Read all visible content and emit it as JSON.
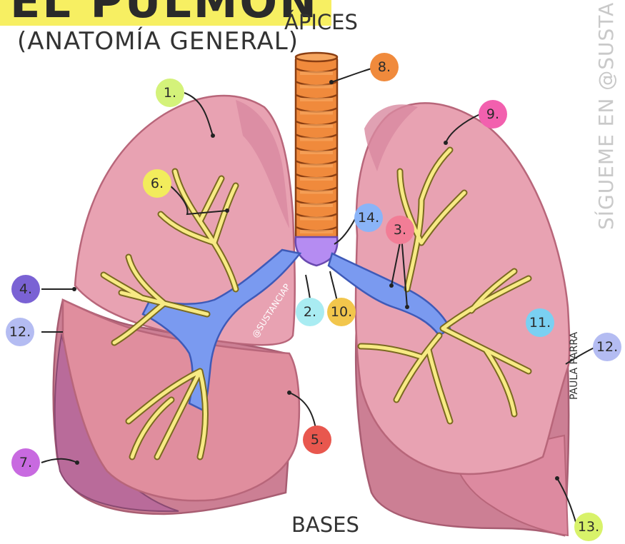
{
  "header": {
    "title": "EL PULMÓN",
    "subtitle": "(ANATOMÍA GENERAL)"
  },
  "labels": {
    "apex": "ÁPICES",
    "base": "BASES",
    "side_credit": "SÍGUEME EN @SUSTANC",
    "signature": "PAULA PARRA",
    "watermark": "@SUSTANCIAP"
  },
  "markers": [
    {
      "text": "1.",
      "color": "#d4f27a"
    },
    {
      "text": "2.",
      "color": "#a9ecf2"
    },
    {
      "text": "3.",
      "color": "#f27d96"
    },
    {
      "text": "4.",
      "color": "#7a62d4"
    },
    {
      "text": "5.",
      "color": "#e8574e"
    },
    {
      "text": "6.",
      "color": "#f2ec5c"
    },
    {
      "text": "7.",
      "color": "#c86ae0"
    },
    {
      "text": "8.",
      "color": "#f08a3c"
    },
    {
      "text": "9.",
      "color": "#f260ae"
    },
    {
      "text": "10.",
      "color": "#f2c64c"
    },
    {
      "text": "11.",
      "color": "#7ad0f2"
    },
    {
      "text": "12.",
      "color": "#b4bcf2"
    },
    {
      "text": "12.",
      "color": "#b4bcf2"
    },
    {
      "text": "13.",
      "color": "#d8f26a"
    },
    {
      "text": "14.",
      "color": "#8ab4f8"
    }
  ],
  "colors": {
    "lung_upper": "#e8a2b2",
    "lung_lower": "#e29aa6",
    "lung_edge": "#c77a8c",
    "trachea": "#f08a3c",
    "bronchus": "#7a9af0",
    "bronchioles": "#f7ea84",
    "carina": "#b58cf2",
    "title_highlight": "#f7ef62"
  }
}
